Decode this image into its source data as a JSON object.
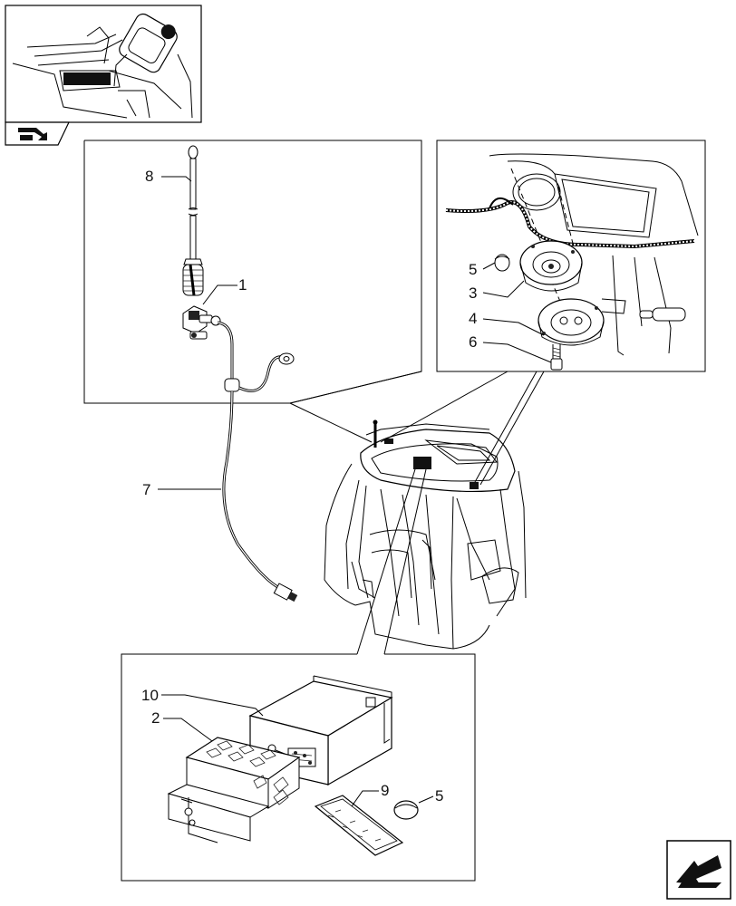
{
  "callouts": {
    "c1": "1",
    "c2": "2",
    "c3": "3",
    "c4": "4",
    "c5a": "5",
    "c5b": "5",
    "c6": "6",
    "c7": "7",
    "c8": "8",
    "c9": "9",
    "c10": "10"
  },
  "icons": {
    "thumbnail": "cab-roof-thumbnail-icon",
    "thumbnail_badge": "previous-page-arrow-icon",
    "nav": "next-page-arrow-icon"
  },
  "colors": {
    "line": "#000000",
    "background": "#ffffff"
  }
}
